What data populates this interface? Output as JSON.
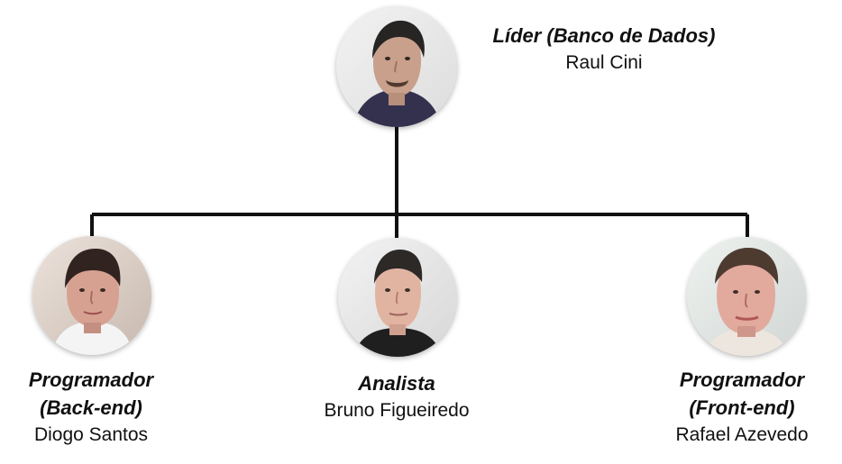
{
  "leader": {
    "role": "Líder (Banco de Dados)",
    "name": "Raul Cini"
  },
  "members": [
    {
      "role_line1": "Programador",
      "role_line2": "(Back-end)",
      "name": "Diogo Santos"
    },
    {
      "role_line1": "Analista",
      "name": "Bruno Figueiredo"
    },
    {
      "role_line1": "Programador",
      "role_line2": "(Front-end)",
      "name": "Rafael Azevedo"
    }
  ],
  "colors": {
    "connector": "#111111",
    "text": "#111111",
    "background": "#ffffff"
  },
  "icons": {
    "leader_photo": "person-portrait-icon",
    "member_photo": "person-portrait-icon"
  }
}
